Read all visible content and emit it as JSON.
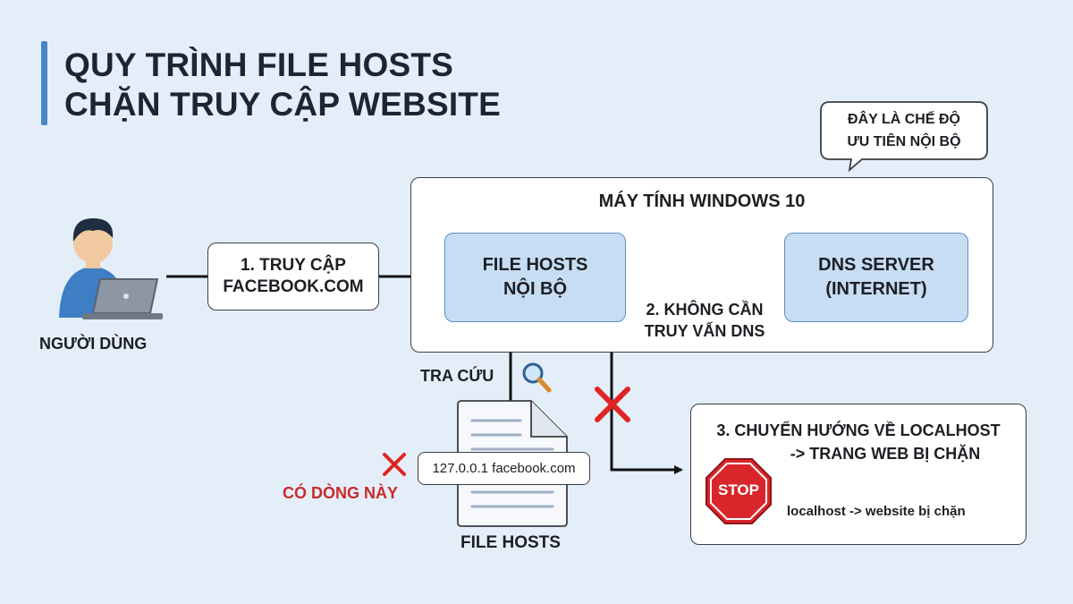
{
  "title": {
    "line1": "QUY TRÌNH FILE HOSTS",
    "line2": "CHẶN TRUY CẬP WEBSITE"
  },
  "callout": {
    "line1": "ĐÂY LÀ CHẾ ĐỘ",
    "line2": "ƯU TIÊN NỘI BỘ"
  },
  "user": {
    "label": "NGƯỜI DÙNG"
  },
  "step1": {
    "line1": "1. TRUY CẬP",
    "line2": "FACEBOOK.COM"
  },
  "computer": {
    "title": "MÁY TÍNH WINDOWS 10"
  },
  "hosts_box": {
    "line1": "FILE HOSTS",
    "line2": "NỘI BỘ"
  },
  "dns_box": {
    "line1": "DNS SERVER",
    "line2": "(INTERNET)"
  },
  "step2": {
    "line1": "2. KHÔNG CẦN",
    "line2": "TRUY VẤN DNS"
  },
  "lookup": {
    "label": "TRA CỨU"
  },
  "hosts_file": {
    "label": "FILE HOSTS",
    "entry": "127.0.0.1 facebook.com",
    "note": "CÓ DÒNG NÀY"
  },
  "step3": {
    "line1": "3. CHUYỂN HƯỚNG VỀ LOCALHOST",
    "line2": "-> TRANG WEB BỊ CHẶN",
    "stop_sign": "STOP",
    "caption": "localhost -> website bị chặn"
  },
  "colors": {
    "background": "#e4eef8",
    "accent_blue": "#4a86c5",
    "box_blue": "#c6ddf3",
    "cross_red": "#e02424",
    "note_red": "#c92a2a",
    "stop_red": "#d9262b"
  }
}
